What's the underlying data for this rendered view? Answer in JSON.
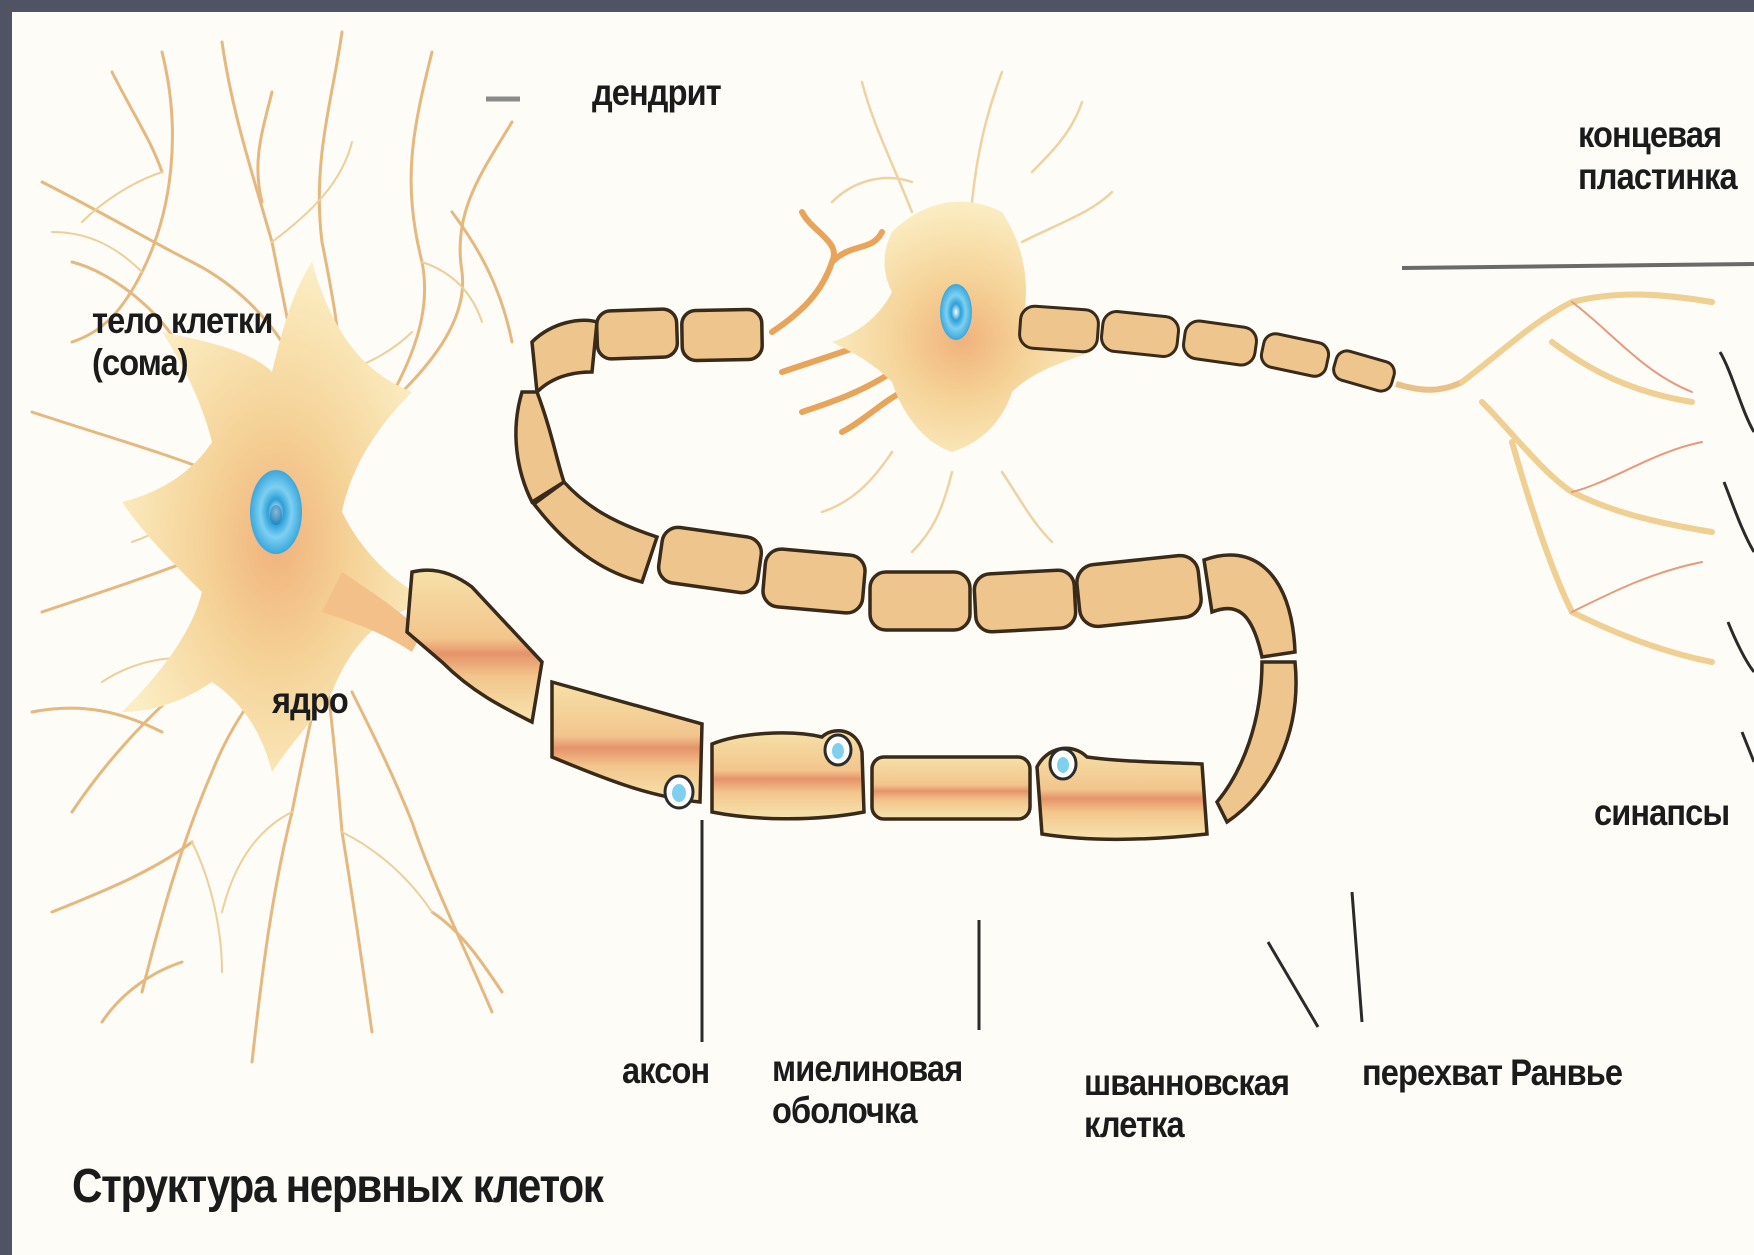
{
  "title": "Структура нервных клеток",
  "labels": {
    "dendrite": "дендрит",
    "cell_body": [
      "тело клетки",
      "(сома)"
    ],
    "nucleus": "ядро",
    "end_plate": [
      "концевая",
      "пластинка"
    ],
    "synapses": "синапсы",
    "axon": "аксон",
    "myelin_sheath": [
      "миелиновая",
      "оболочка"
    ],
    "schwann_cell": [
      "шванновская",
      "клетка"
    ],
    "node_of_ranvier": "перехват Ранвье"
  },
  "colors": {
    "background_frame": "#4f5363",
    "paper": "#fefcf6",
    "neuron_fill": "#f5dfa0",
    "dendrite_line": "#e2b27a",
    "myelin_fill": "#eec58c",
    "axon_core": "#e79c72",
    "outline": "#3a2a1a",
    "nucleus": "#37a6dd"
  }
}
